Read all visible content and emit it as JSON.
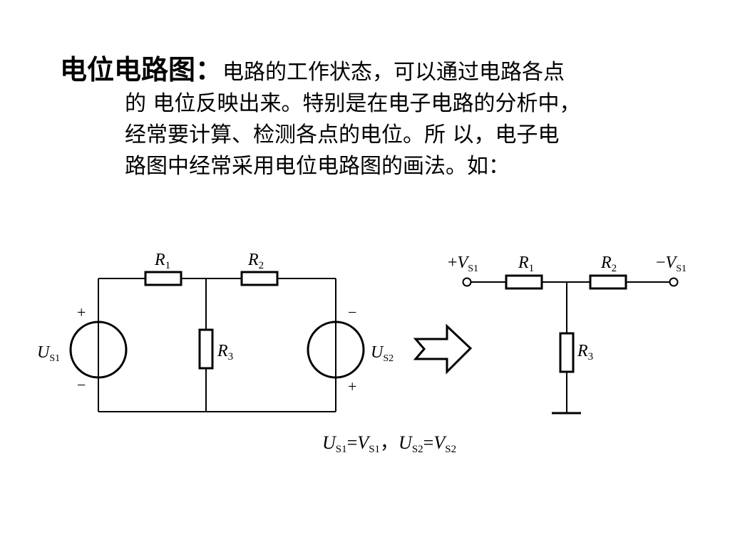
{
  "text": {
    "heading": "电位电路图：",
    "line1": "电路的工作状态，可以通过电路各点",
    "line2": "的 电位反映出来。特别是在电子电路的分析中，",
    "line3": "经常要计算、检测各点的电位。所 以，电子电",
    "line4": "路图中经常采用电位电路图的画法。如："
  },
  "left_circuit": {
    "r1": {
      "letter": "R",
      "sub": "1"
    },
    "r2": {
      "letter": "R",
      "sub": "2"
    },
    "r3": {
      "letter": "R",
      "sub": "3"
    },
    "us1": {
      "letter": "U",
      "sub": "S1",
      "top_sign": "+",
      "bottom_sign": "−"
    },
    "us2": {
      "letter": "U",
      "sub": "S2",
      "top_sign": "−",
      "bottom_sign": "+"
    }
  },
  "right_circuit": {
    "vs1_plus": {
      "sign": "+",
      "letter": "V",
      "sub": "S1"
    },
    "vs1_minus": {
      "sign": "−",
      "letter": "V",
      "sub": "S1"
    },
    "r1": {
      "letter": "R",
      "sub": "1"
    },
    "r2": {
      "letter": "R",
      "sub": "2"
    },
    "r3": {
      "letter": "R",
      "sub": "3"
    }
  },
  "equation": {
    "u1": "U",
    "u1_sub": "S1",
    "eq1": "=",
    "v1": "V",
    "v1_sub": "S1",
    "sep": "，",
    "u2": "U",
    "u2_sub": "S2",
    "eq2": "=",
    "v2": "V",
    "v2_sub": "S2"
  }
}
